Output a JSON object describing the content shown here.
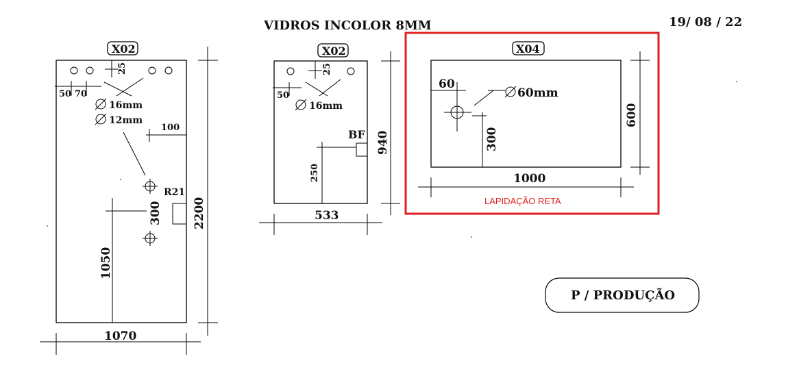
{
  "header": {
    "title": "VIDROS INCOLOR 8MM",
    "date": "19/ 08 / 22"
  },
  "piece_left": {
    "tag": "X02",
    "dim_25": "25",
    "dim_50": "50",
    "dim_70": "70",
    "hole_16": "16mm",
    "hole_12": "12mm",
    "dim_100": "100",
    "r21": "R21",
    "dim_300": "300",
    "dim_1050": "1050",
    "width": "1070",
    "height": "2200"
  },
  "piece_middle": {
    "tag": "X02",
    "dim_25": "25",
    "dim_50": "50",
    "hole_16": "16mm",
    "bf": "BF",
    "dim_250": "250",
    "width": "533",
    "height": "940"
  },
  "piece_right": {
    "tag": "X04",
    "dim_60": "60",
    "hole_60": "60mm",
    "dim_300": "300",
    "width": "1000",
    "height": "600",
    "note": "LAPIDAÇÃO RETA",
    "highlight_color": "#e02020"
  },
  "stamp": {
    "label": "P / PRODUÇÃO"
  }
}
